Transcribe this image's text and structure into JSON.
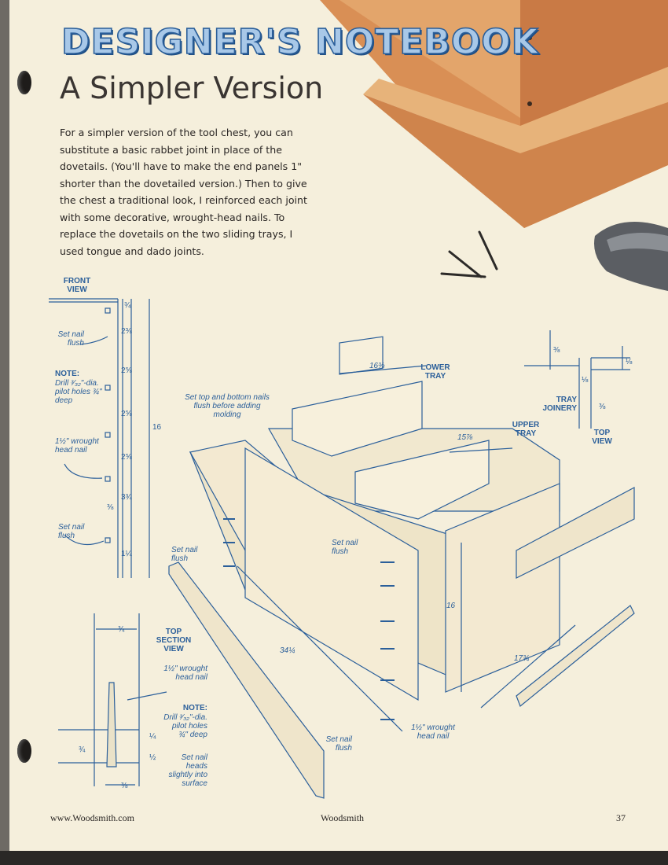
{
  "header": {
    "brand": "DESIGNER'S NOTEBOOK",
    "title": "A Simpler Version"
  },
  "intro_paragraph": "For a simpler version of the tool chest, you can substitute a basic rabbet joint in place of the dovetails. (You'll have to make the end panels 1\" shorter than the dovetailed version.) Then to give the chest a traditional look, I reinforced each joint with some decorative, wrought-head nails. To replace the dovetails on the two sliding trays, I used tongue and dado joints.",
  "front_view": {
    "title": "FRONT VIEW",
    "label_set_nail_flush": "Set nail flush",
    "note_heading": "NOTE:",
    "note_text": "Drill ³⁄₃₂\"-dia. pilot holes ¾\" deep",
    "wrought_nail": "1½\" wrought head nail",
    "label_set_nail_flush_2": "Set nail flush",
    "dims": [
      "¾",
      "2⅜",
      "2⅝",
      "2⅝",
      "2⅝",
      "3¾",
      "1¼",
      "⅜"
    ],
    "overall": "16"
  },
  "top_section": {
    "title": "TOP SECTION VIEW",
    "dim_top": "¾",
    "wrought_nail": "1½\" wrought head nail",
    "note_heading": "NOTE:",
    "note_text": "Drill ³⁄₃₂\"-dia. pilot holes ¾\" deep",
    "set_heads": "Set nail heads slightly into surface",
    "dims": [
      "¼",
      "½",
      "¾",
      "⅜"
    ]
  },
  "tray_joinery": {
    "title": "TRAY JOINERY",
    "view": "TOP VIEW",
    "dims": [
      "⅜",
      "⅛",
      "⅛",
      "⅜"
    ]
  },
  "exploded": {
    "label_lower_tray": "LOWER TRAY",
    "label_upper_tray": "UPPER TRAY",
    "dim_lower_tray": "16⅜",
    "dim_upper_tray": "15⅞",
    "set_top_bottom": "Set top and bottom nails flush before adding molding",
    "set_nail_flush_a": "Set nail flush",
    "set_nail_flush_b": "Set nail flush",
    "set_nail_flush_c": "Set nail flush",
    "dim_height": "16",
    "dim_length": "34¼",
    "dim_width": "17¾",
    "wrought_nail": "1½\" wrought head nail"
  },
  "footer": {
    "website": "www.Woodsmith.com",
    "magazine": "Woodsmith",
    "page_number": "37"
  },
  "colors": {
    "diagram_blue": "#2b5f9a",
    "paper": "#f5efdc",
    "wood": "#d9955a"
  }
}
